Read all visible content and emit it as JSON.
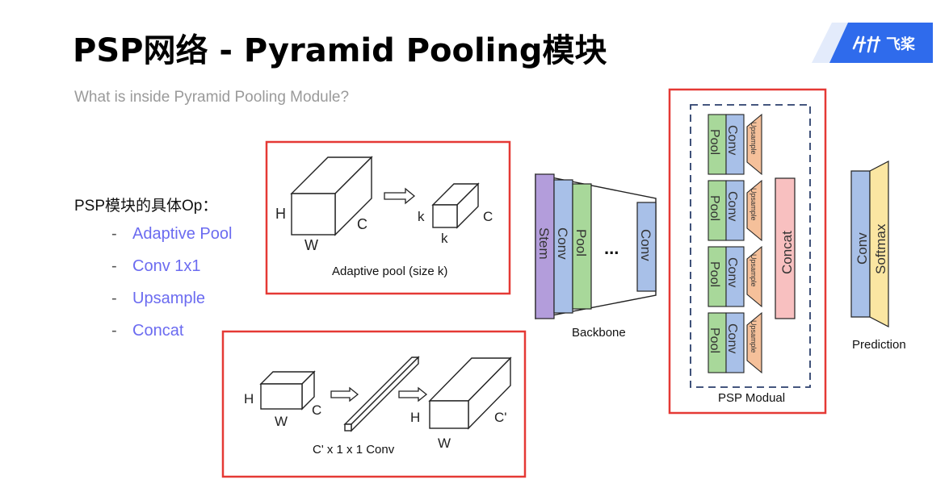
{
  "title": "PSP网络 - Pyramid Pooling模块",
  "subtitle": "What is inside Pyramid Pooling Module?",
  "logo_text": "飞桨",
  "ops_heading": "PSP模块的具体Op：",
  "ops": [
    {
      "dash": "-",
      "label": "Adaptive Pool"
    },
    {
      "dash": "-",
      "label": "Conv 1x1"
    },
    {
      "dash": "-",
      "label": "Upsample"
    },
    {
      "dash": "-",
      "label": "Concat"
    }
  ],
  "adaptive_pool_box": {
    "h": "H",
    "w": "W",
    "c": "C",
    "k_side": "k",
    "k_bottom": "k",
    "k_c": "C",
    "caption": "Adaptive pool (size k)"
  },
  "conv_box": {
    "h1": "H",
    "w1": "W",
    "c1": "C",
    "h2": "H",
    "w2": "W",
    "c2": "C'",
    "caption": "C' x 1 x 1  Conv"
  },
  "backbone": {
    "stem": "Stem",
    "conv1": "Conv",
    "pool": "Pool",
    "dots": "...",
    "conv2": "Conv",
    "caption": "Backbone"
  },
  "psp_module": {
    "pool": "Pool",
    "conv": "Conv",
    "upsample": "Upsample",
    "concat": "Concat",
    "caption": "PSP Modual"
  },
  "prediction": {
    "conv": "Conv",
    "softmax": "Softmax",
    "caption": "Prediction"
  },
  "colors": {
    "highlight_red": "#e53935",
    "ops_blue": "#6b6bf0",
    "stem_purple": "#b39ddb",
    "conv_blue": "#a8c0e8",
    "pool_green": "#a8d89a",
    "upsample_orange": "#f5c09a",
    "concat_pink": "#f8c0c0",
    "softmax_yellow": "#fbe6a2",
    "dashed_navy": "#2b3f6c"
  }
}
